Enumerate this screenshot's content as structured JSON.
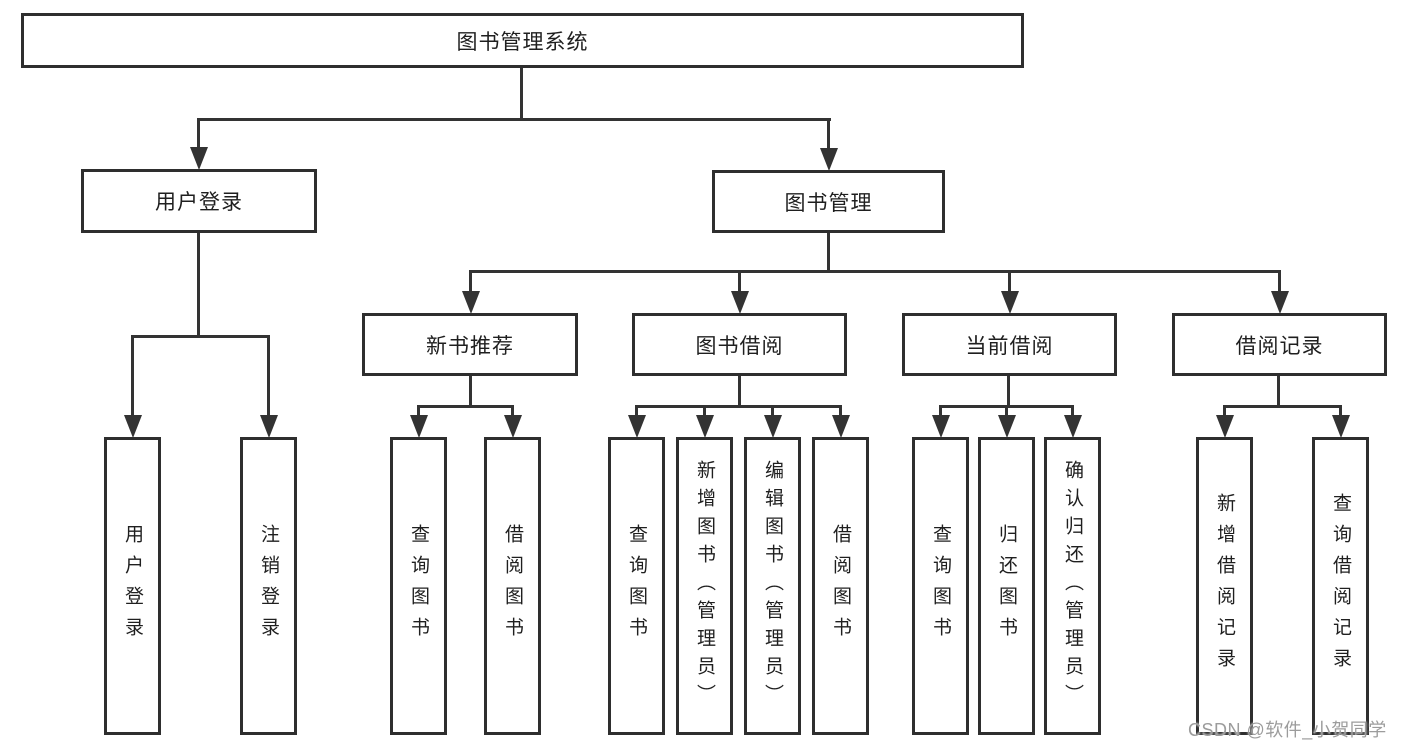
{
  "diagram": {
    "root": {
      "label": "图书管理系统"
    },
    "level2": {
      "user_login": {
        "label": "用户登录"
      },
      "book_mgmt": {
        "label": "图书管理"
      }
    },
    "level3": {
      "new_book_rec": {
        "label": "新书推荐"
      },
      "book_borrow": {
        "label": "图书借阅"
      },
      "current_borrow": {
        "label": "当前借阅"
      },
      "borrow_records": {
        "label": "借阅记录"
      }
    },
    "leaves": {
      "user_login": {
        "label": "用户登录"
      },
      "logout": {
        "label": "注销登录"
      },
      "nbr_query_books": {
        "label": "查询图书"
      },
      "nbr_borrow_books": {
        "label": "借阅图书"
      },
      "bb_query_books": {
        "label": "查询图书"
      },
      "bb_add_books": {
        "label": "新增图书（管理员）"
      },
      "bb_edit_books": {
        "label": "编辑图书（管理员）"
      },
      "bb_borrow_books": {
        "label": "借阅图书"
      },
      "cb_query_books": {
        "label": "查询图书"
      },
      "cb_return_books": {
        "label": "归还图书"
      },
      "cb_confirm_return": {
        "label": "确认归还（管理员）"
      }
    },
    "records_leaves": {
      "add_borrow_record": {
        "label": "新增借阅记录"
      },
      "query_borrow_record": {
        "label": "查询借阅记录"
      }
    }
  },
  "watermark": {
    "text": "CSDN @软件_小贺同学",
    "color": "#9c9c9c"
  },
  "colors": {
    "background": "#ffffff",
    "box_border": "#2e2e2e",
    "connector_line": "#333333",
    "text": "#1f1f1f"
  }
}
